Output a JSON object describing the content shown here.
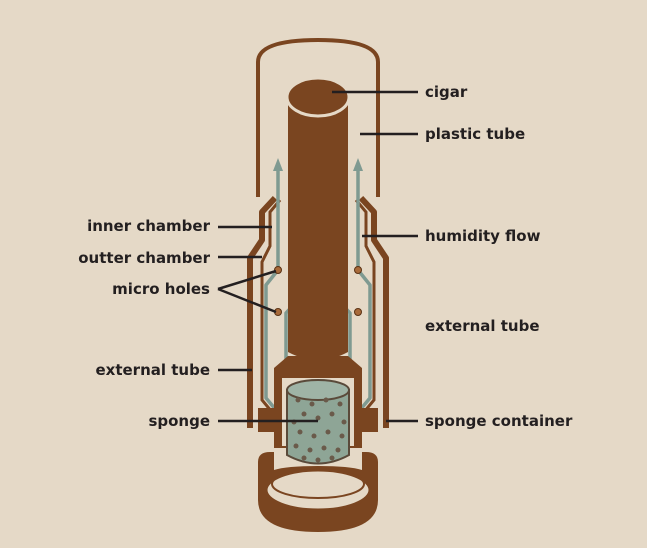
{
  "colors": {
    "background": "#e5d9c7",
    "tube_brown": "#7a4520",
    "flow_gray": "#7f9a91",
    "sponge_fill": "#8ea596",
    "text": "#231f20"
  },
  "labels": {
    "cigar": "cigar",
    "plastic_tube": "plastic tube",
    "inner_chamber": "inner chamber",
    "outter_chamber": "outter chamber",
    "micro_holes": "micro holes",
    "humidity_flow": "humidity flow",
    "external_tube_right": "external tube",
    "external_tube_left": "external tube",
    "sponge": "sponge",
    "sponge_container": "sponge container"
  }
}
